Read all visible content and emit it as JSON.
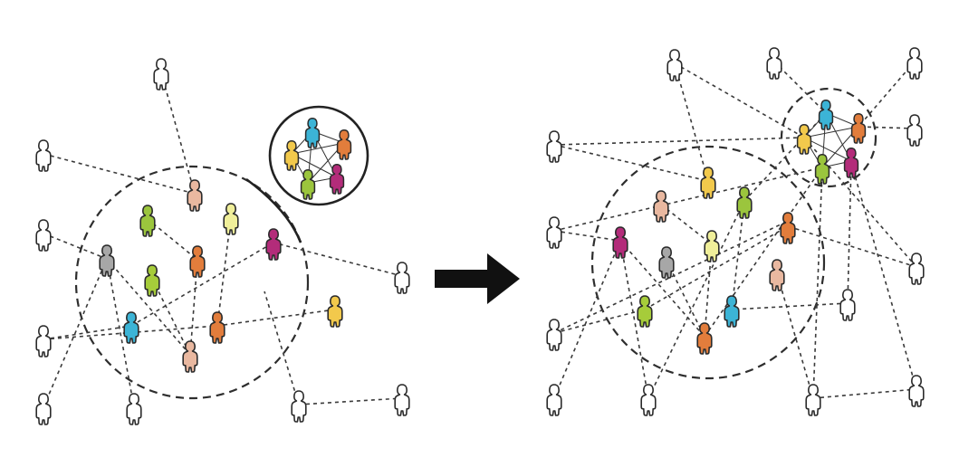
{
  "colors": {
    "outline": "#2b2b2b",
    "white": "#ffffff",
    "orange": "#e8a23a",
    "yellow": "#f2c94c",
    "peach": "#e9b8a0",
    "green": "#9bc53d",
    "light-yellow": "#f0ef9a",
    "dark-orange": "#e27d3c",
    "magenta": "#b32c7a",
    "gray": "#a7a7a7",
    "cyan": "#3cb4d6",
    "lime": "#a6cc3a",
    "arrow": "#111111"
  },
  "icons": [
    "person-icon",
    "arrow-right-icon"
  ],
  "left_panel": {
    "people": [
      {
        "color": "white"
      },
      {
        "color": "white"
      },
      {
        "color": "white"
      },
      {
        "color": "white"
      },
      {
        "color": "white"
      },
      {
        "color": "white"
      },
      {
        "color": "white"
      },
      {
        "color": "white"
      },
      {
        "color": "white"
      },
      {
        "color": "yellow"
      },
      {
        "color": "peach"
      },
      {
        "color": "green"
      },
      {
        "color": "light-yellow"
      },
      {
        "color": "dark-orange"
      },
      {
        "color": "magenta"
      },
      {
        "color": "gray"
      },
      {
        "color": "lime"
      },
      {
        "color": "cyan"
      },
      {
        "color": "dark-orange"
      },
      {
        "color": "peach"
      }
    ],
    "group_inset": {
      "people": [
        {
          "color": "cyan"
        },
        {
          "color": "yellow"
        },
        {
          "color": "dark-orange"
        },
        {
          "color": "green"
        },
        {
          "color": "magenta"
        }
      ]
    }
  },
  "right_panel": {
    "people": [
      {
        "color": "white"
      },
      {
        "color": "white"
      },
      {
        "color": "white"
      },
      {
        "color": "white"
      },
      {
        "color": "white"
      },
      {
        "color": "white"
      },
      {
        "color": "white"
      },
      {
        "color": "white"
      },
      {
        "color": "white"
      },
      {
        "color": "white"
      },
      {
        "color": "white"
      },
      {
        "color": "white"
      },
      {
        "color": "white"
      },
      {
        "color": "yellow"
      },
      {
        "color": "peach"
      },
      {
        "color": "green"
      },
      {
        "color": "magenta"
      },
      {
        "color": "light-yellow"
      },
      {
        "color": "gray"
      },
      {
        "color": "dark-orange"
      },
      {
        "color": "peach"
      },
      {
        "color": "lime"
      },
      {
        "color": "cyan"
      },
      {
        "color": "dark-orange"
      }
    ],
    "group_cluster": {
      "people": [
        {
          "color": "cyan"
        },
        {
          "color": "yellow"
        },
        {
          "color": "dark-orange"
        },
        {
          "color": "green"
        },
        {
          "color": "magenta"
        }
      ]
    }
  }
}
